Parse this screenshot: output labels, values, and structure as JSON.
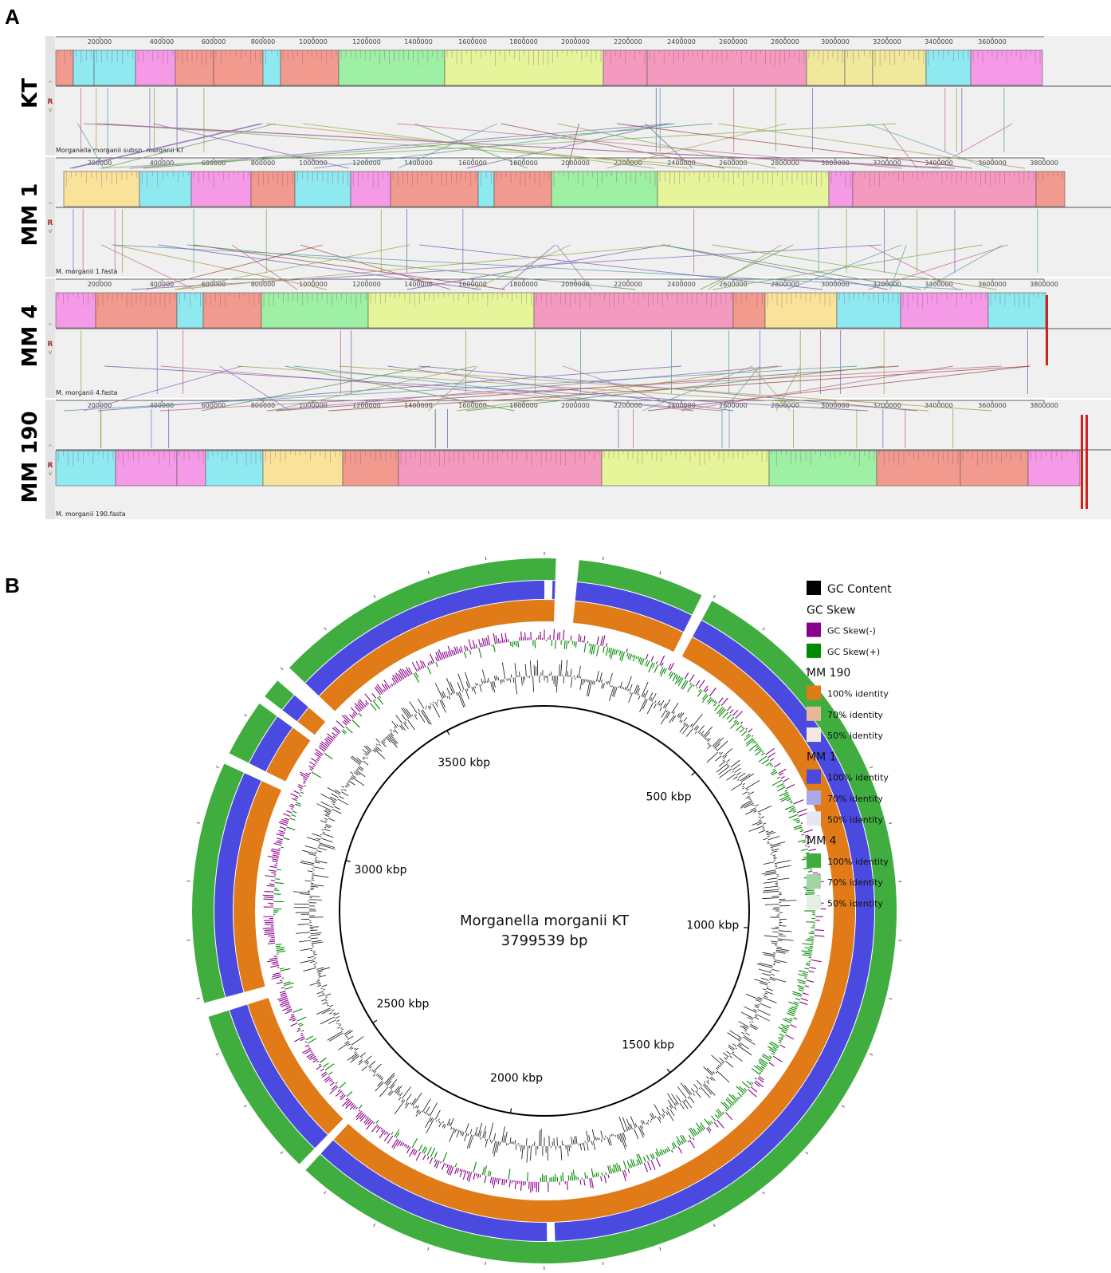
{
  "panel_a": {
    "letter": "A",
    "axis_ticks": [
      "200000",
      "400000",
      "600000",
      "800000",
      "1000000",
      "1200000",
      "1400000",
      "1600000",
      "1800000",
      "2000000",
      "2200000",
      "2400000",
      "2600000",
      "2800000",
      "3000000",
      "3200000",
      "3400000",
      "3600000",
      "3800000"
    ],
    "tracks": [
      {
        "label": "KT",
        "file": "Morganella morganii subsp. morganii KT"
      },
      {
        "label": "MM 1",
        "file": "M. morganii 1.fasta"
      },
      {
        "label": "MM 4",
        "file": "M. morganii 4.fasta"
      },
      {
        "label": "MM 190",
        "file": "M. morganii 190.fasta"
      }
    ],
    "track_button_glyph": "R"
  },
  "panel_b": {
    "letter": "B",
    "center_title": "Morganella morganii KT",
    "center_size": "3799539 bp",
    "genome_length": 3799539,
    "ring_labels": [
      "500 kbp",
      "1000 kbp",
      "1500 kbp",
      "2000 kbp",
      "2500 kbp",
      "3000 kbp",
      "3500 kbp"
    ],
    "legend": [
      {
        "kind": "header",
        "label": "GC Content",
        "color": "#000000",
        "swatch": true
      },
      {
        "kind": "header",
        "label": "GC Skew",
        "swatch": false
      },
      {
        "kind": "item",
        "label": "GC Skew(-)",
        "color": "#8b008b"
      },
      {
        "kind": "item",
        "label": "GC Skew(+)",
        "color": "#008c00"
      },
      {
        "kind": "header",
        "label": "MM 190",
        "swatch": false
      },
      {
        "kind": "item",
        "label": "100% identity",
        "color": "#e07b18"
      },
      {
        "kind": "item",
        "label": "70% identity",
        "color": "#e6b899"
      },
      {
        "kind": "item",
        "label": "50% identity",
        "color": "#f3e9e2"
      },
      {
        "kind": "header",
        "label": "MM 1",
        "swatch": false
      },
      {
        "kind": "item",
        "label": "100% identity",
        "color": "#4a4ae0"
      },
      {
        "kind": "item",
        "label": "70% identity",
        "color": "#a9a9e8"
      },
      {
        "kind": "item",
        "label": "50% identity",
        "color": "#e7e7f4"
      },
      {
        "kind": "header",
        "label": "MM 4",
        "swatch": false
      },
      {
        "kind": "item",
        "label": "100% identity",
        "color": "#3fae3f"
      },
      {
        "kind": "item",
        "label": "70% identity",
        "color": "#a3d4a3"
      },
      {
        "kind": "item",
        "label": "50% identity",
        "color": "#e2efe2"
      }
    ]
  }
}
